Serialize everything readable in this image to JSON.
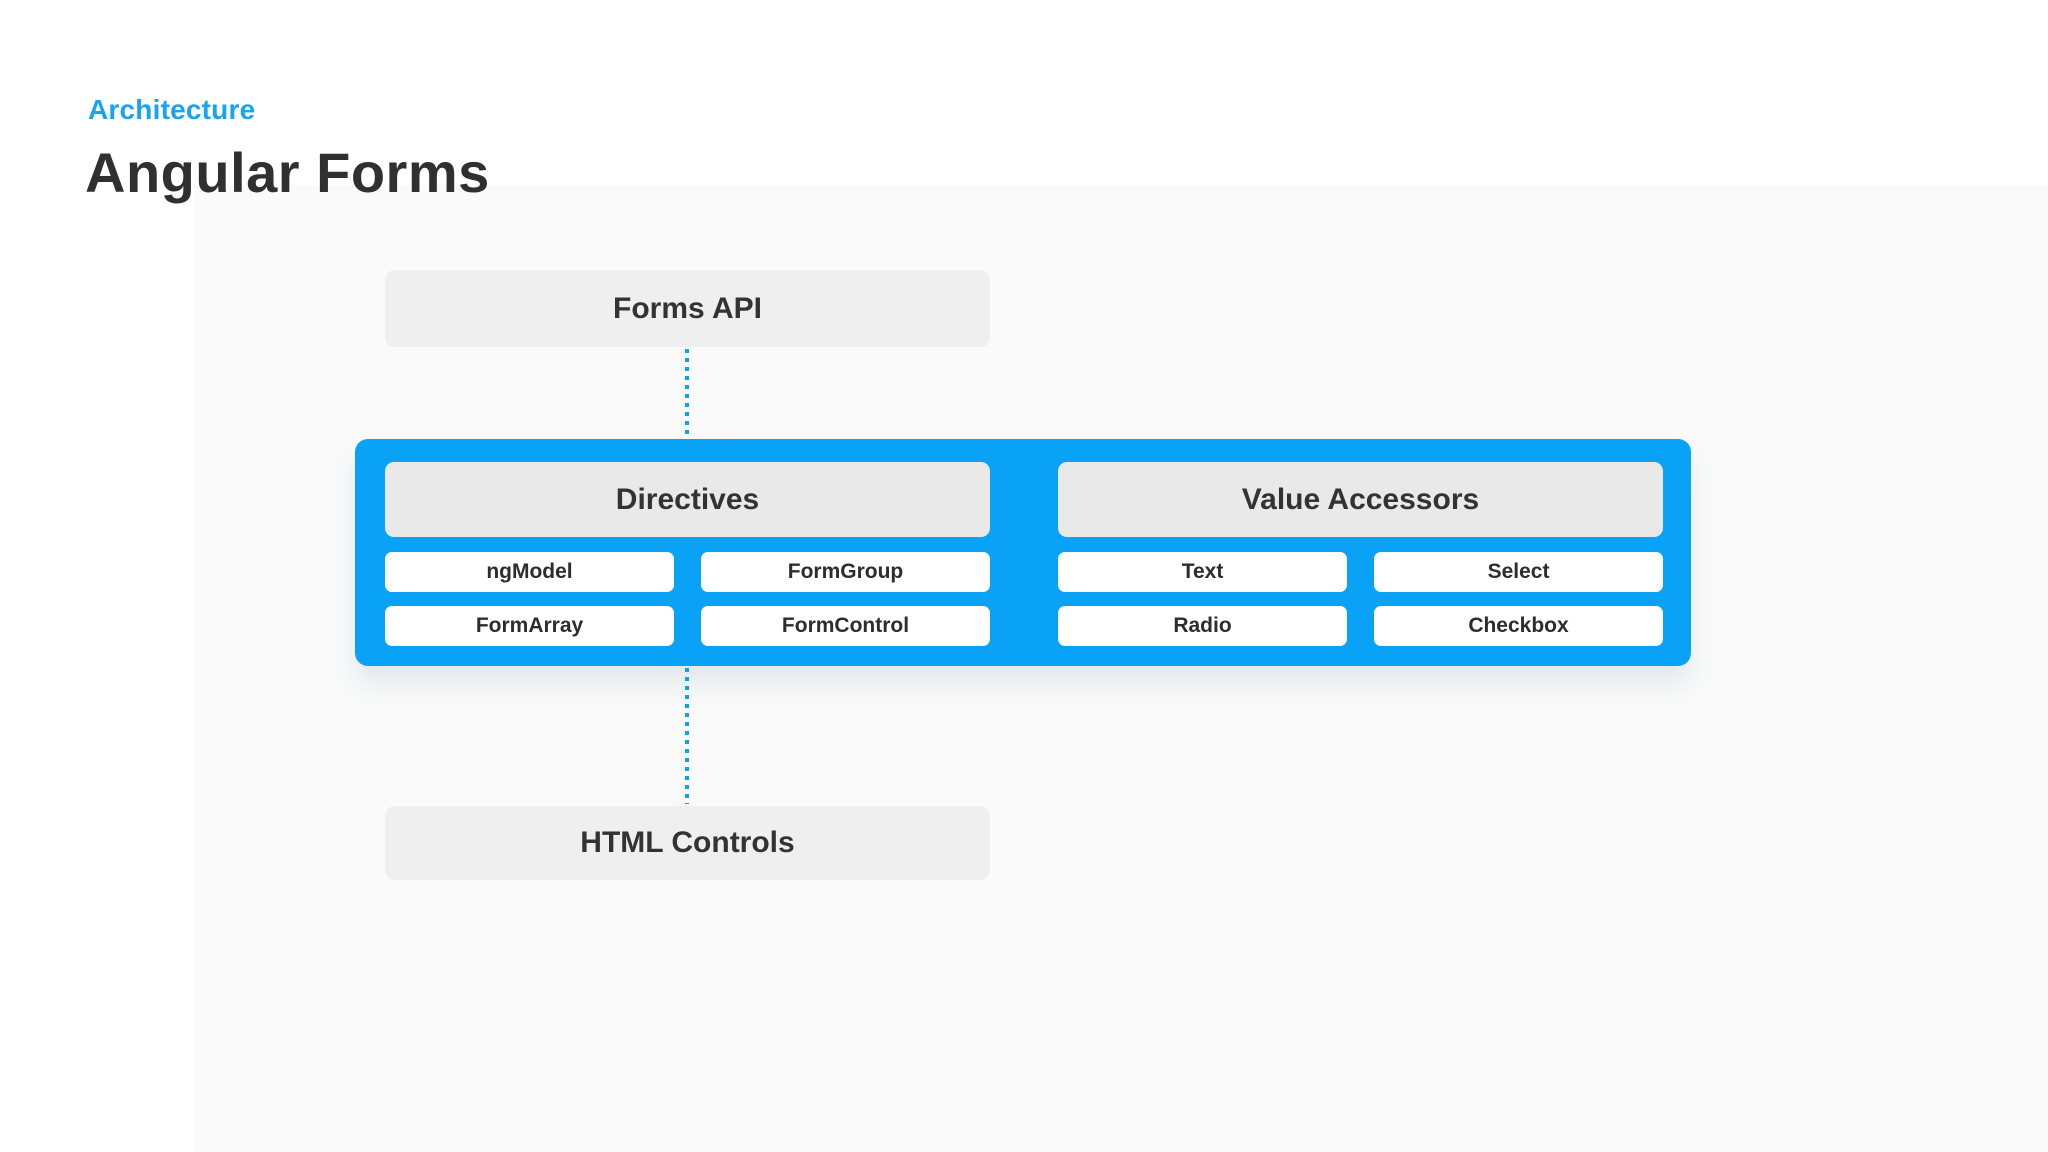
{
  "page": {
    "eyebrow": "Architecture",
    "title": "Angular Forms"
  },
  "colors": {
    "accent_blue": "#0aa2f7",
    "eyebrow_blue": "#18a3f3",
    "node_gray": "#efeff0",
    "group_header_gray": "#e9e9ea",
    "item_white": "#ffffff",
    "text_dark": "#303030",
    "background_tint": "#fafafa"
  },
  "diagram": {
    "top_node": "Forms API",
    "bottom_node": "HTML Controls",
    "groups": [
      {
        "title": "Directives",
        "items": [
          "ngModel",
          "FormGroup",
          "FormArray",
          "FormControl"
        ]
      },
      {
        "title": "Value Accessors",
        "items": [
          "Text",
          "Select",
          "Radio",
          "Checkbox"
        ]
      }
    ]
  }
}
